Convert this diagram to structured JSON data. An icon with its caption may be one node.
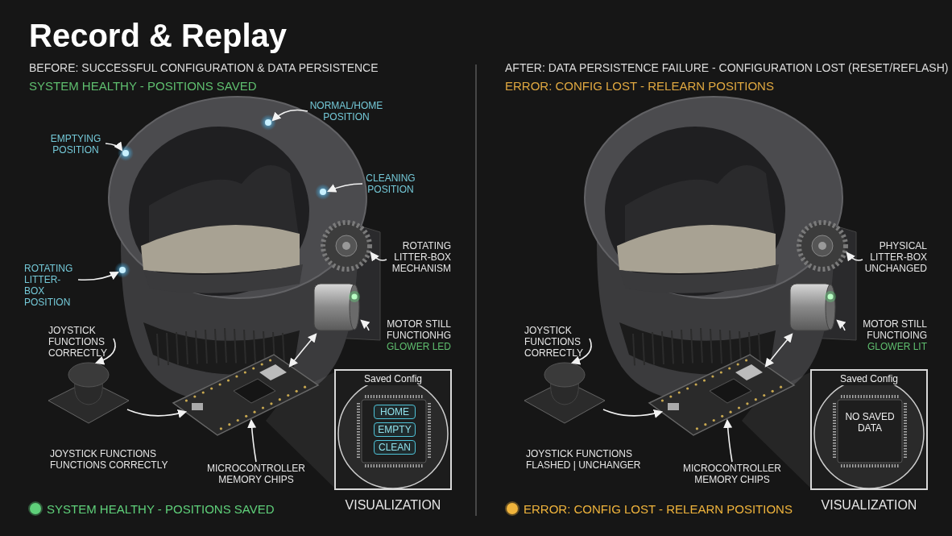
{
  "diagram": {
    "title": "Record & Replay",
    "nodes": [
      {
        "text": [
          "NORMAL/HOME POSITION"
        ]
      },
      {
        "text": [
          "EMPTYING POSITION"
        ]
      },
      {
        "text": [
          "CLEANING POSITION"
        ]
      },
      {
        "text": [
          "ROTATING LITTER-BOX POSITION"
        ]
      },
      {
        "text": [
          "ROTATING LITTER-BOX MECHANISM"
        ]
      },
      {
        "text": [
          "MOTOR STILL FUNCTIONHG",
          "GLOWER LED"
        ]
      },
      {
        "text": [
          "JOYSTICK FUNCTIONS CORRECTLY"
        ]
      },
      {
        "text": [
          "MICROCONTROLLER MEMORY CHIPS"
        ]
      },
      {
        "text": [],
        "shape": "circle"
      },
      {
        "text": [],
        "shape": "circle"
      },
      {
        "text": [],
        "shape": "circle"
      },
      {
        "text": [],
        "shape": "circle"
      },
      {
        "text": [],
        "shape": "picture"
      },
      {
        "text": [],
        "shape": "picture"
      },
      {
        "text": [],
        "shape": "picture"
      },
      {
        "text": [],
        "shape": "picture"
      },
      {
        "text": [
          "Saved Config"
        ],
        "beside": [
          "VISUALIZATION"
        ]
      },
      {
        "text": [
          "HOME"
        ],
        "in": 16
      },
      {
        "text": [
          "EMPTY"
        ],
        "in": 16
      },
      {
        "text": [
          "CLEAN"
        ],
        "in": 16
      },
      {
        "text": [
          "PHYSICAL LITTER-BOX UNCHANGED"
        ]
      },
      {
        "text": [
          "MOTOR STILL FUNCTIOING",
          "GLOWER LIT"
        ]
      },
      {
        "text": [
          "JOYSTICK FUNCTIONS CORRECTLY"
        ]
      },
      {
        "text": [
          "MICROCONTROLLER MEMORY CHIPS"
        ]
      },
      {
        "text": [],
        "shape": "picture"
      },
      {
        "text": [],
        "shape": "picture"
      },
      {
        "text": [],
        "shape": "picture"
      },
      {
        "text": [],
        "shape": "picture"
      },
      {
        "text": [
          "Saved Config",
          "NO SAVED DATA"
        ],
        "beside": [
          "VISUALIZATION"
        ]
      }
    ],
    "edges": [
      {
        "from": 0,
        "to": 8,
        "arrow": "to"
      },
      {
        "from": 1,
        "to": 9,
        "arrow": "to"
      },
      {
        "from": 2,
        "to": 10,
        "arrow": "to"
      },
      {
        "from": 3,
        "to": 11,
        "arrow": "to"
      },
      {
        "from": 4,
        "to": 12,
        "arrow": "to"
      },
      {
        "from": 5,
        "to": 13,
        "arrow": "to"
      },
      {
        "from": 6,
        "to": 14,
        "arrow": "to"
      },
      {
        "from": 14,
        "to": 15,
        "arrow": "to"
      },
      {
        "from": 15,
        "to": 13,
        "arrow": "both"
      },
      {
        "from": 7,
        "to": 15,
        "arrow": "to"
      },
      {
        "from": 20,
        "to": 24,
        "arrow": "to"
      },
      {
        "from": 21,
        "to": 25,
        "arrow": "to"
      },
      {
        "from": 22,
        "to": 26,
        "arrow": "to"
      },
      {
        "from": 26,
        "to": 27,
        "arrow": "to"
      },
      {
        "from": 27,
        "to": 25,
        "arrow": "both"
      },
      {
        "from": 23,
        "to": 27,
        "arrow": "to"
      }
    ],
    "labels": [
      "BEFORE: SUCCESSFUL CONFIGURATION & DATA PERSISTENCE",
      "SYSTEM HEALTHY - POSITIONS SAVED",
      "AFTER: DATA PERSISTENCE FAILURE - CONFIGURATION LOST (RESET/REFLASH)",
      "ERROR: CONFIG LOST - RELEARN POSITIONS",
      "JOYSTICK FUNCTIONS FUNCTIONS CORRECTLY",
      "JOYSTICK FUNCTIONS FLASHED | UNCHANGER"
    ],
    "legend": [
      {
        "text": "SYSTEM HEALTHY - POSITIONS SAVED",
        "color": "#5fd07a"
      },
      {
        "text": "ERROR: CONFIG LOST - RELEARN POSITIONS",
        "color": "#f0b43c"
      }
    ]
  }
}
